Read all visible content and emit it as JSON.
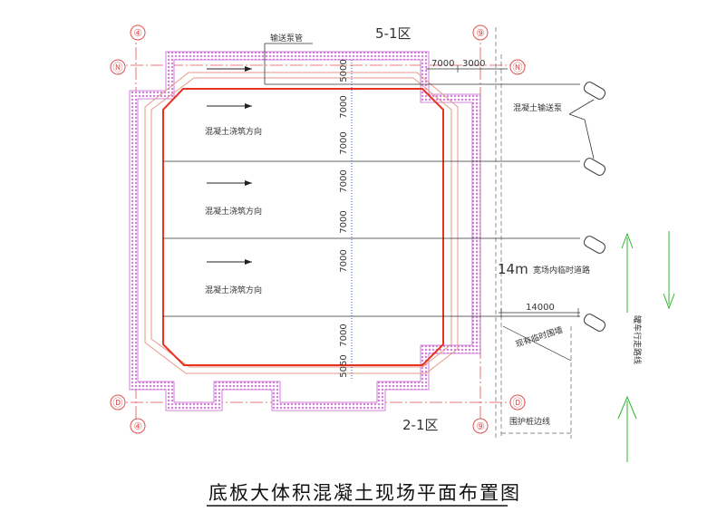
{
  "zones": {
    "top": "5-1区",
    "bottom": "2-1区"
  },
  "axes": {
    "left": "④",
    "right": "⑨",
    "top": "Ⓝ",
    "bottom": "Ⓓ"
  },
  "labels": {
    "pump_pipe": "输送泵管",
    "pump": "混凝土输送泵",
    "pour_direction": "混凝土浇筑方向",
    "temp_road": "宽场内临时道路",
    "road_width_prefix": "14m",
    "temp_fence": "现有临时围墙",
    "fence_line": "围护桩边线",
    "truck_route": "罐车行走路线"
  },
  "dimensions": {
    "top_h1": "7000",
    "top_h2": "3000",
    "vertical": [
      "5000",
      "7000",
      "7000",
      "7000",
      "7000",
      "7000",
      "7000",
      "5050"
    ],
    "bottom_h": "14000"
  },
  "title": "底板大体积混凝土现场平面布置图",
  "colors": {
    "wall": "#d67de0",
    "slab": "#e8321f",
    "offset": "#e49a8a",
    "axis": "#e05050",
    "green": "#2bb52b"
  },
  "icons": [
    "pump-truck-icon",
    "direction-arrow-icon"
  ]
}
